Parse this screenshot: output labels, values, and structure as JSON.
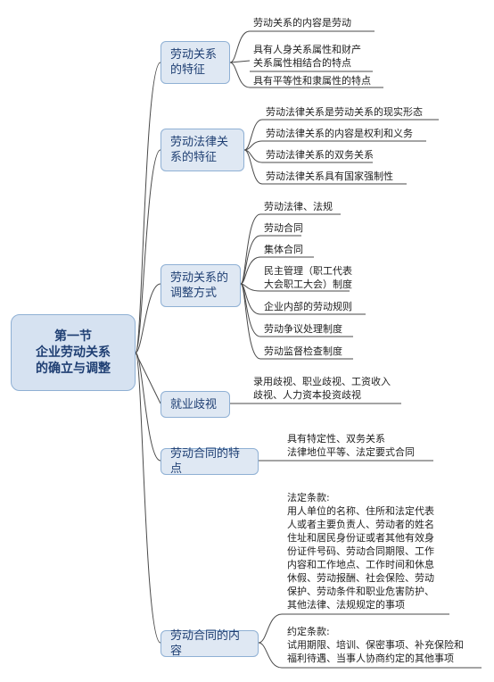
{
  "root": {
    "label": "第一节\n企业劳动关系\n的确立与调整"
  },
  "branches": [
    {
      "label": "劳动关系\n的特征",
      "leaves": [
        "劳动关系的内容是劳动",
        "具有人身关系属性和财产\n关系属性相结合的特点",
        "具有平等性和隶属性的特点"
      ]
    },
    {
      "label": "劳动法律关\n系的特征",
      "leaves": [
        "劳动法律关系是劳动关系的现实形态",
        "劳动法律关系的内容是权利和义务",
        "劳动法律关系的双务关系",
        "劳动法律关系具有国家强制性"
      ]
    },
    {
      "label": "劳动关系的\n调整方式",
      "leaves": [
        "劳动法律、法规",
        "劳动合同",
        "集体合同",
        "民主管理（职工代表\n大会职工大会）制度",
        "企业内部的劳动规则",
        "劳动争议处理制度",
        "劳动监督检查制度"
      ]
    },
    {
      "label": "就业歧视",
      "leaves": [
        "录用歧视、职业歧视、工资收入\n歧视、人力资本投资歧视"
      ]
    },
    {
      "label": "劳动合同的特点",
      "leaves": [
        "具有特定性、双务关系\n法律地位平等、法定要式合同"
      ]
    },
    {
      "label": "劳动合同的内容",
      "leaves": [
        "法定条款:\n用人单位的名称、住所和法定代表\n人或者主要负责人、劳动者的姓名\n住址和居民身份证或者其他有效身\n份证件号码、劳动合同期限、工作\n内容和工作地点、工作时间和休息\n休假、劳动报酬、社会保险、劳动\n保护、劳动条件和职业危害防护、\n其他法律、法规规定的事项",
        "约定条款:\n试用期限、培训、保密事项、补充保险和\n福利待遇、当事人协商约定的其他事项"
      ]
    }
  ]
}
